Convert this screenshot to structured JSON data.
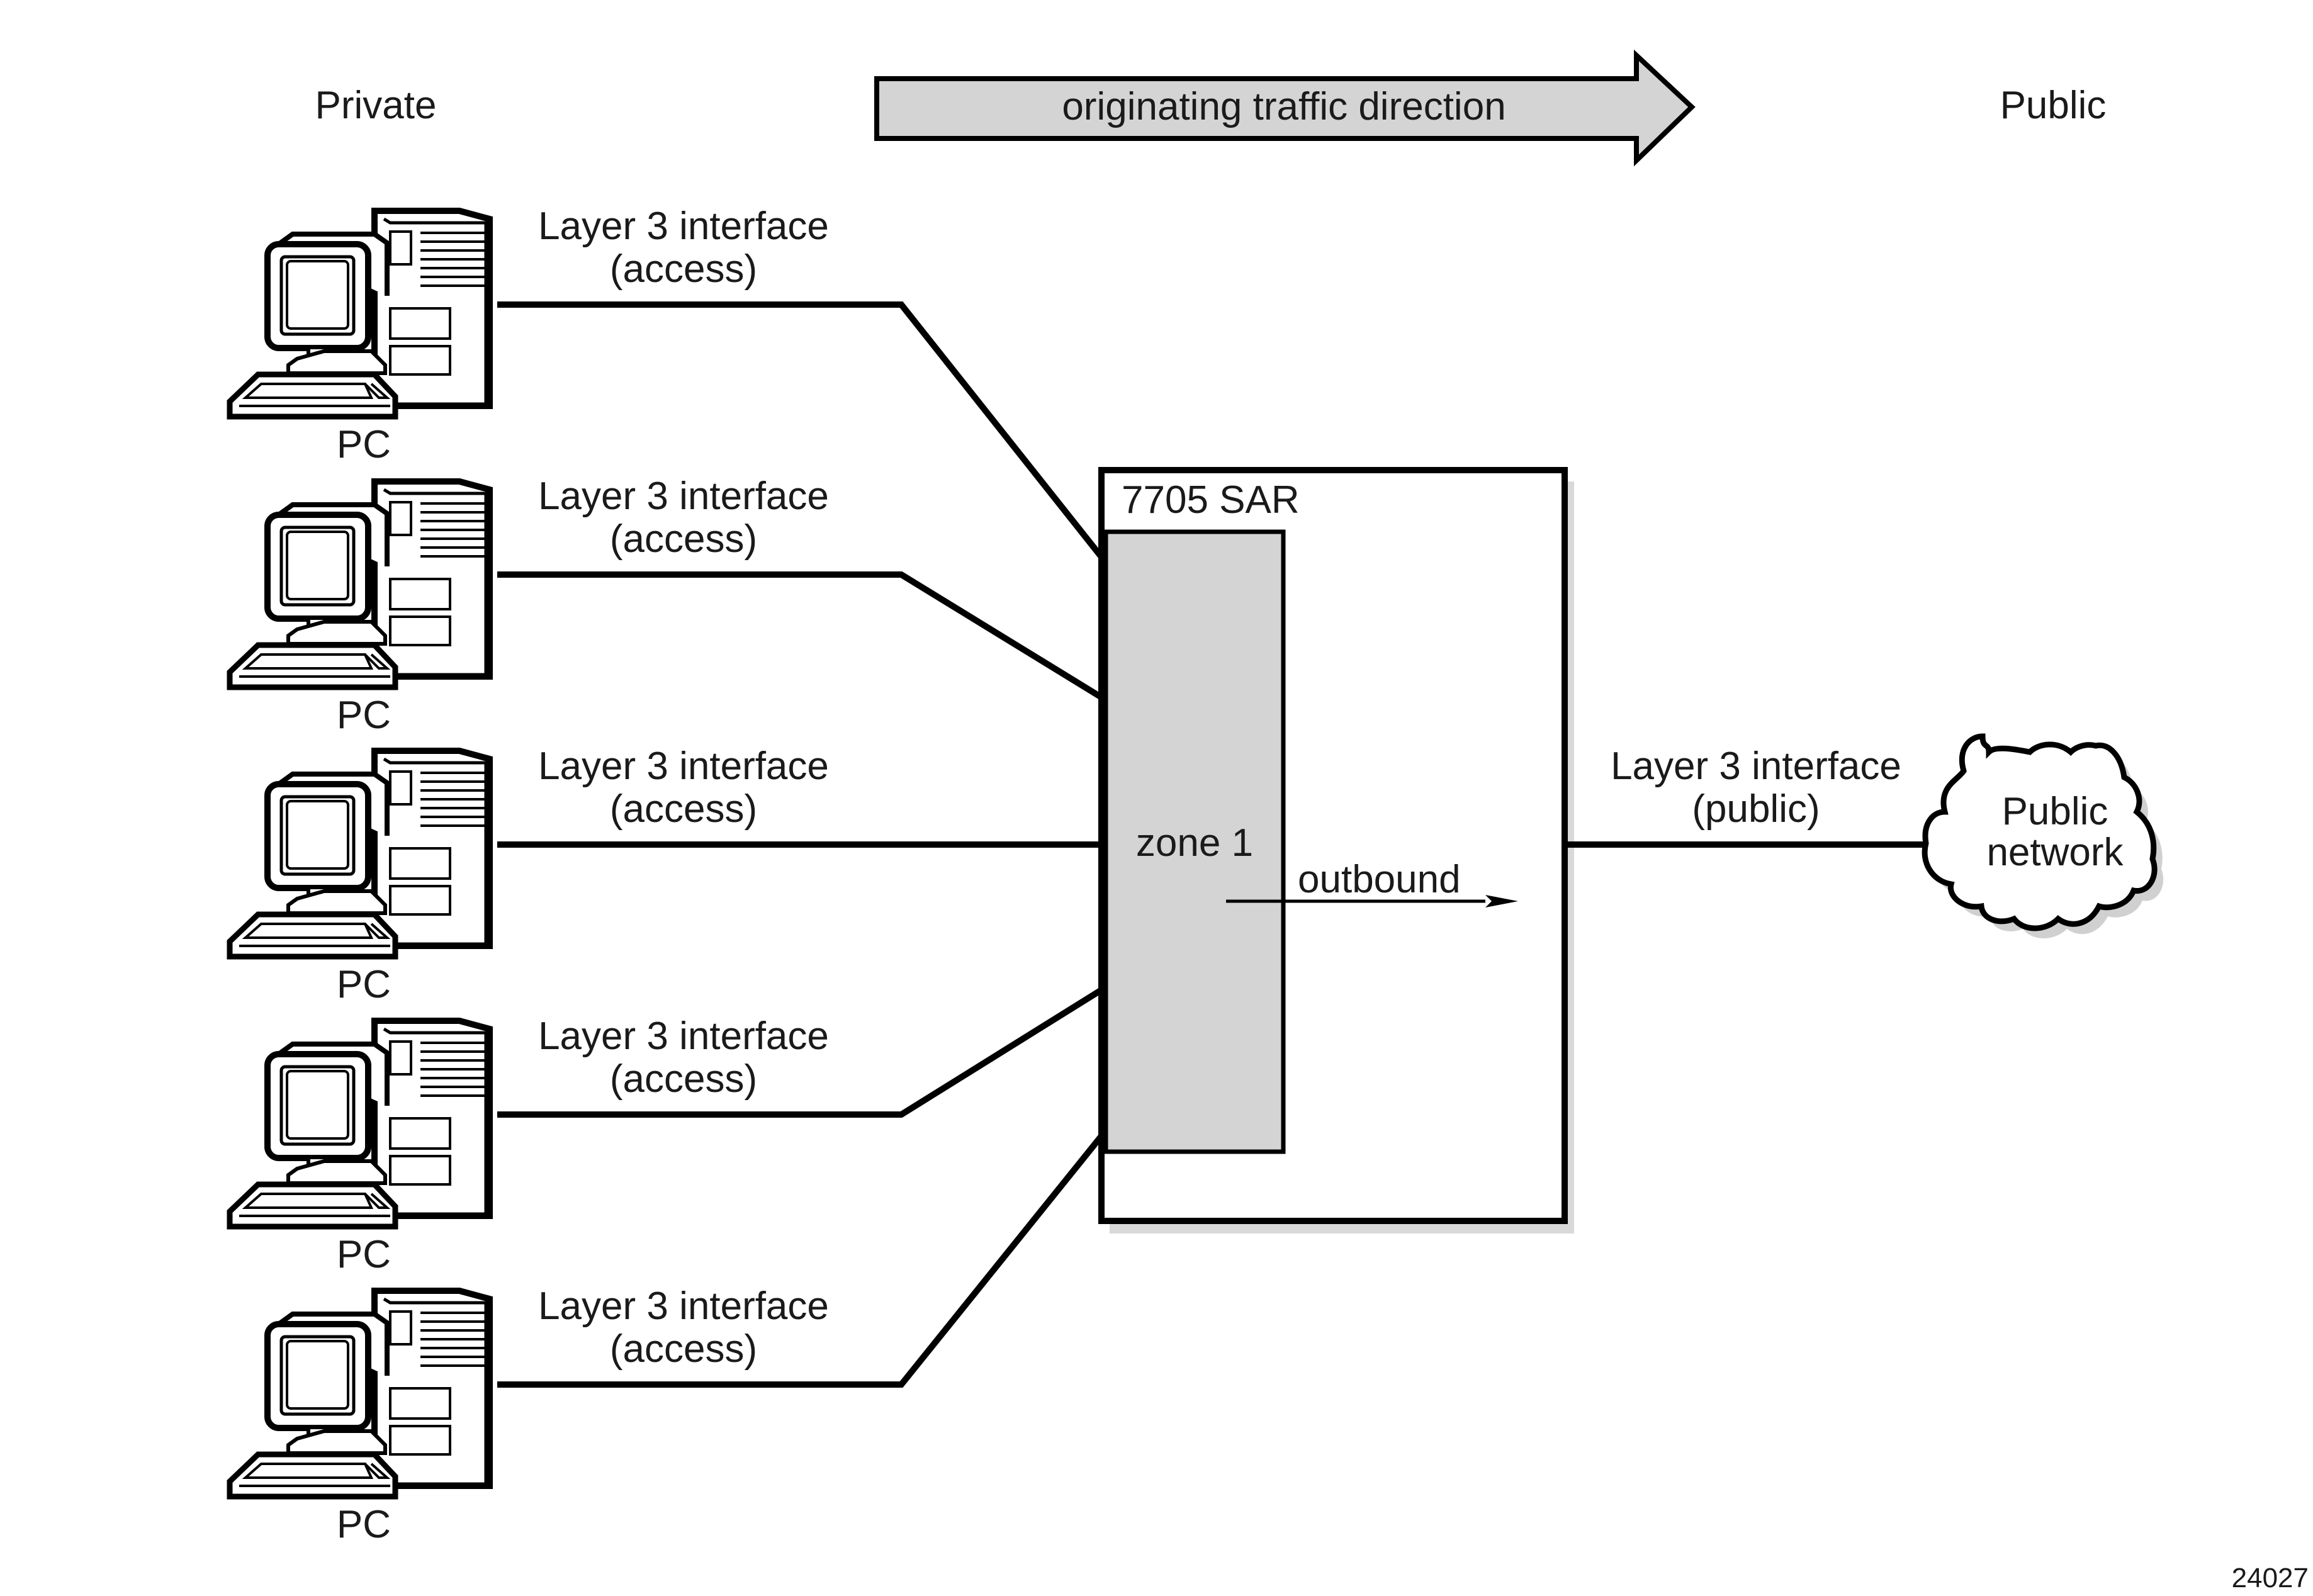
{
  "diagram": {
    "zones": {
      "left": "Private",
      "right": "Public"
    },
    "direction_arrow": {
      "label": "originating traffic direction",
      "fill": "#d4d4d4"
    },
    "pcs": [
      {
        "label": "PC",
        "interface": {
          "line1": "Layer 3 interface",
          "line2": "(access)"
        }
      },
      {
        "label": "PC",
        "interface": {
          "line1": "Layer 3 interface",
          "line2": "(access)"
        }
      },
      {
        "label": "PC",
        "interface": {
          "line1": "Layer 3 interface",
          "line2": "(access)"
        }
      },
      {
        "label": "PC",
        "interface": {
          "line1": "Layer 3 interface",
          "line2": "(access)"
        }
      },
      {
        "label": "PC",
        "interface": {
          "line1": "Layer 3 interface",
          "line2": "(access)"
        }
      }
    ],
    "router": {
      "label": "7705 SAR",
      "zone_label": "zone 1",
      "zone_fill": "#d4d4d4",
      "flow_label": "outbound"
    },
    "public_interface": {
      "line1": "Layer 3 interface",
      "line2": "(public)"
    },
    "cloud": {
      "line1": "Public",
      "line2": "network"
    },
    "figure_id": "24027"
  }
}
